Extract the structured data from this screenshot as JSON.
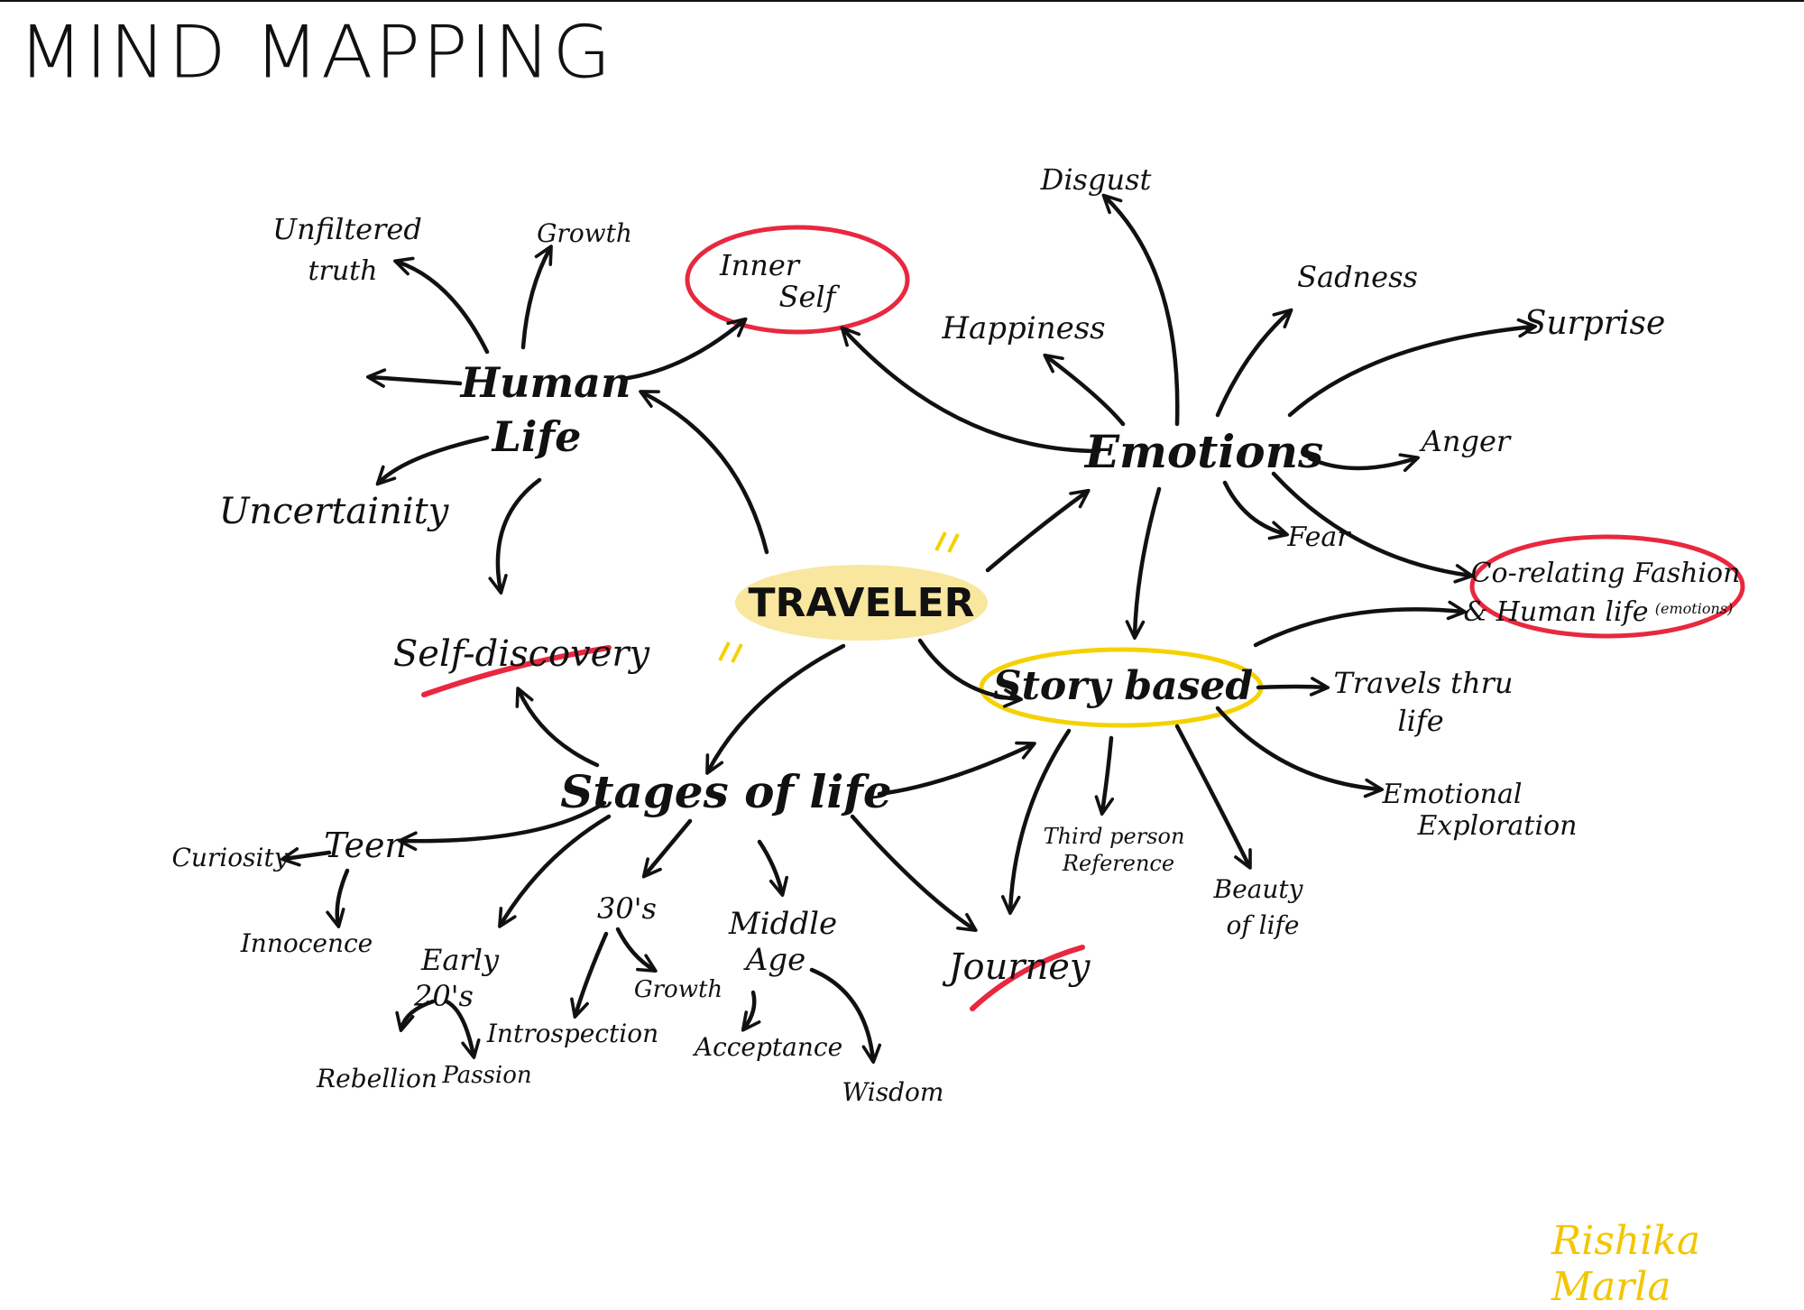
{
  "title": "MIND MAPPING",
  "signature": "Rishika Marla",
  "colors": {
    "ink": "#111111",
    "red_highlight": "#e8283f",
    "yellow_highlight": "#f5d100",
    "yellow_fill": "#f9e7a0"
  },
  "root": "TRAVELER",
  "branches": {
    "human_life": {
      "label": [
        "Human",
        "Life"
      ],
      "children": [
        "Unfiltered",
        "truth",
        "Growth",
        "Uncertainity",
        "Self-discovery"
      ]
    },
    "inner_self": [
      "Inner",
      "Self"
    ],
    "emotions": {
      "label": "Emotions",
      "children": [
        "Disgust",
        "Happiness",
        "Sadness",
        "Surprise",
        "Anger",
        "Fear"
      ]
    },
    "correlating": [
      "Co-relating Fashion",
      "& Human life",
      "(emotions)"
    ],
    "story_based": {
      "label": "Story based",
      "children": [
        "Travels thru",
        "life",
        "Emotional",
        "Exploration",
        "Third person",
        "Reference",
        "Beauty",
        "of life"
      ]
    },
    "journey": "Journey",
    "stages_of_life": {
      "label": "Stages of life",
      "teen": "Teen",
      "teen_children": [
        "Curiosity",
        "Innocence"
      ],
      "early_20s": [
        "Early",
        "20's"
      ],
      "early_20s_children": [
        "Rebellion",
        "Passion"
      ],
      "thirties": "30's",
      "thirties_children": [
        "Introspection",
        "Growth"
      ],
      "middle_age": [
        "Middle",
        "Age"
      ],
      "middle_age_children": [
        "Acceptance",
        "Wisdom"
      ]
    }
  }
}
